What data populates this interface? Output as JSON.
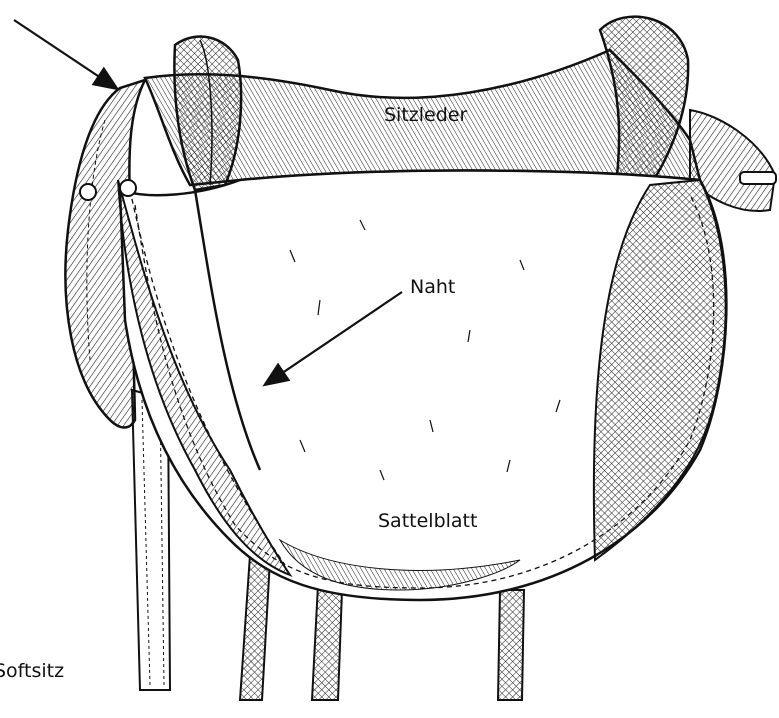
{
  "labels": {
    "seat_leather": "Sitzleder",
    "seam": "Naht",
    "saddle_flap": "Sattelblatt",
    "soft_seat": "Softsitz"
  }
}
